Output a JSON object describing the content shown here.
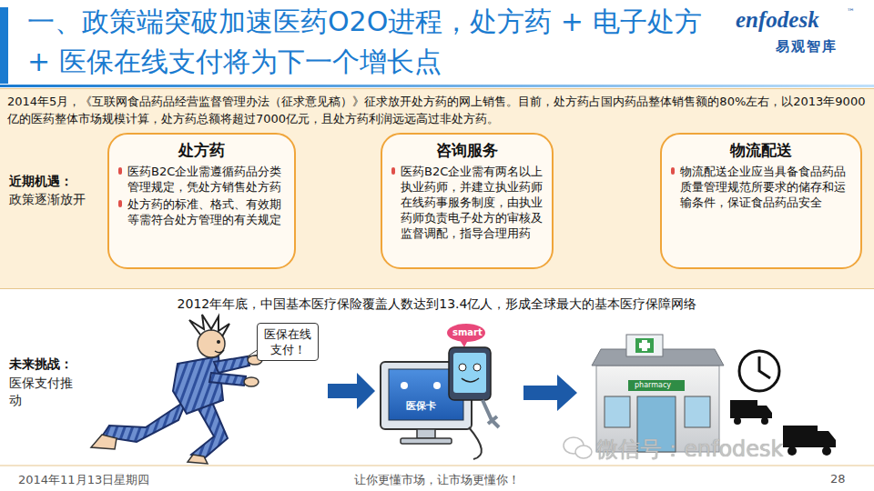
{
  "diagram": {
    "title": "一、政策端突破加速医药O2O进程，处方药 + 电子处方 + 医保在线支付将为下一个增长点",
    "nodes": [
      {
        "text": [
          "2014年5月，《互联网食品药品经营监督管理办法（征求意见稿）》征求放开处方药的网上销售。目前，处方药占国内药品整体销售额的80%左右，以2013年9000亿的医药整体市场规模计算，处方药总额将超过7000亿元，且处方药利润远远高过非处方药。",
          "近期机遇：",
          "政策逐渐放开"
        ]
      },
      {
        "text": [
          "处方药",
          "医药B2C企业需遵循药品分类管理规定，凭处方销售处方药",
          "处方药的标准、格式、有效期等需符合处方管理的有关规定"
        ],
        "in": 0
      },
      {
        "text": [
          "咨询服务",
          "医药B2C企业需有两名以上执业药师，并建立执业药师在线药事服务制度，由执业药师负责电子处方的审核及监督调配，指导合理用药"
        ],
        "in": 0
      },
      {
        "text": [
          "物流配送",
          "物流配送企业应当具备食品药品质量管理规范所要求的储存和运输条件，保证食品药品安全"
        ],
        "in": 0
      },
      {
        "text": [
          "2012年年底，中国基本医疗保险覆盖人数达到13.4亿人，形成全球最大的基本医疗保障网络",
          "未来挑战：",
          "医保支付推动"
        ]
      },
      {
        "text": [
          "医保在线支付！"
        ],
        "in": 4
      }
    ],
    "edges": [
      {
        "from": 1,
        "to": 2,
        "arrow": "to"
      },
      {
        "from": 2,
        "to": 3,
        "arrow": "to"
      }
    ],
    "labels": [
      "enfodesk",
      "™",
      "易观智库",
      "smart",
      "医保卡",
      "pharmacy",
      "微信号：enfodesk",
      "2014年11月13日星期四",
      "让你更懂市场，让市场更懂你！",
      "28"
    ]
  }
}
